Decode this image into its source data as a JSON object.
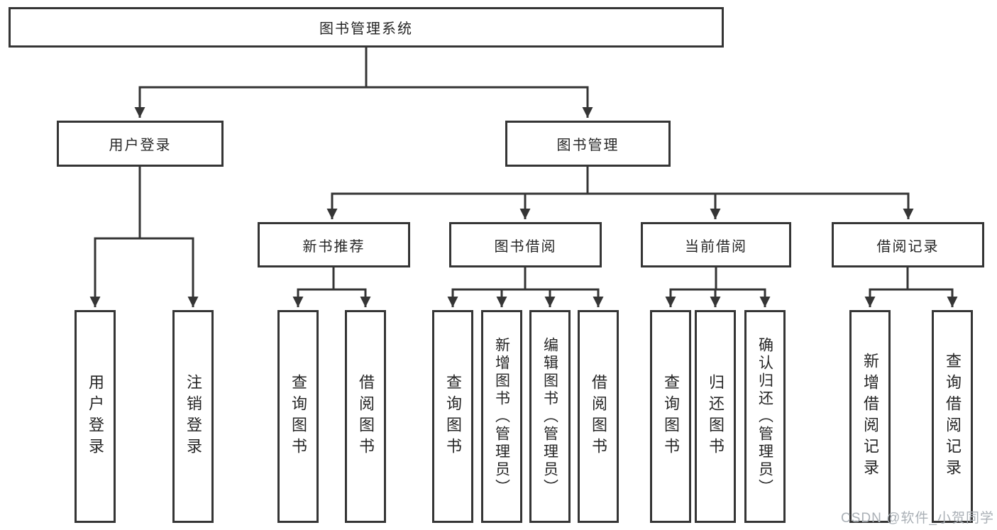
{
  "diagram": {
    "type": "hierarchy-tree",
    "colors": {
      "background": "#ffffff",
      "line": "#353535",
      "box_border": "#353535",
      "text": "#262626",
      "watermark": "#aab0b6"
    },
    "nodes": {
      "root": {
        "label": "图书管理系统"
      },
      "login": {
        "label": "用户登录"
      },
      "mgmt": {
        "label": "图书管理"
      },
      "newbook": {
        "label": "新书推荐"
      },
      "borrow": {
        "label": "图书借阅"
      },
      "current": {
        "label": "当前借阅"
      },
      "record": {
        "label": "借阅记录"
      },
      "leaf1": {
        "label": "用户登录"
      },
      "leaf2": {
        "label": "注销登录"
      },
      "leaf3": {
        "label": "查询图书"
      },
      "leaf4": {
        "label": "借阅图书"
      },
      "leaf5": {
        "label": "查询图书"
      },
      "leaf6": {
        "label": "新增图书（管理员）"
      },
      "leaf7": {
        "label": "编辑图书（管理员）"
      },
      "leaf8": {
        "label": "借阅图书"
      },
      "leaf9": {
        "label": "查询图书"
      },
      "leaf10": {
        "label": "归还图书"
      },
      "leaf11": {
        "label": "确认归还（管理员）"
      },
      "leaf12": {
        "label": "新增借阅记录"
      },
      "leaf13": {
        "label": "查询借阅记录"
      }
    },
    "hierarchy": {
      "label": "图书管理系统",
      "children": [
        {
          "label": "用户登录",
          "children": [
            {
              "label": "用户登录"
            },
            {
              "label": "注销登录"
            }
          ]
        },
        {
          "label": "图书管理",
          "children": [
            {
              "label": "新书推荐",
              "children": [
                {
                  "label": "查询图书"
                },
                {
                  "label": "借阅图书"
                }
              ]
            },
            {
              "label": "图书借阅",
              "children": [
                {
                  "label": "查询图书"
                },
                {
                  "label": "新增图书（管理员）"
                },
                {
                  "label": "编辑图书（管理员）"
                },
                {
                  "label": "借阅图书"
                }
              ]
            },
            {
              "label": "当前借阅",
              "children": [
                {
                  "label": "查询图书"
                },
                {
                  "label": "归还图书"
                },
                {
                  "label": "确认归还（管理员）"
                }
              ]
            },
            {
              "label": "借阅记录",
              "children": [
                {
                  "label": "新增借阅记录"
                },
                {
                  "label": "查询借阅记录"
                }
              ]
            }
          ]
        }
      ]
    },
    "watermark": "CSDN @软件_小贺同学"
  }
}
